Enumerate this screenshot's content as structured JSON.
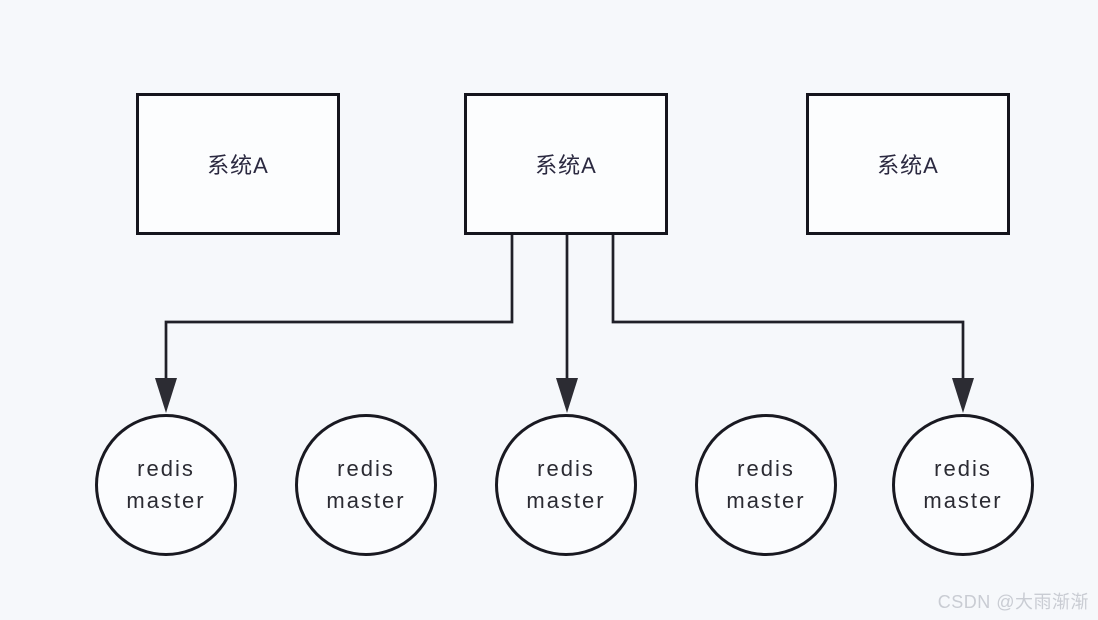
{
  "diagram": {
    "background": "#f6f8fb",
    "stroke_color": "#202028",
    "boxes": [
      {
        "id": "box-left",
        "label": "系统A"
      },
      {
        "id": "box-middle",
        "label": "系统A"
      },
      {
        "id": "box-right",
        "label": "系统A"
      }
    ],
    "circles": [
      {
        "id": "node-1",
        "line1": "redis",
        "line2": "master"
      },
      {
        "id": "node-2",
        "line1": "redis",
        "line2": "master"
      },
      {
        "id": "node-3",
        "line1": "redis",
        "line2": "master"
      },
      {
        "id": "node-4",
        "line1": "redis",
        "line2": "master"
      },
      {
        "id": "node-5",
        "line1": "redis",
        "line2": "master"
      }
    ],
    "connections": [
      {
        "from": "box-middle",
        "to": "node-1"
      },
      {
        "from": "box-middle",
        "to": "node-3"
      },
      {
        "from": "box-middle",
        "to": "node-5"
      }
    ],
    "watermark": "CSDN @大雨渐渐"
  }
}
